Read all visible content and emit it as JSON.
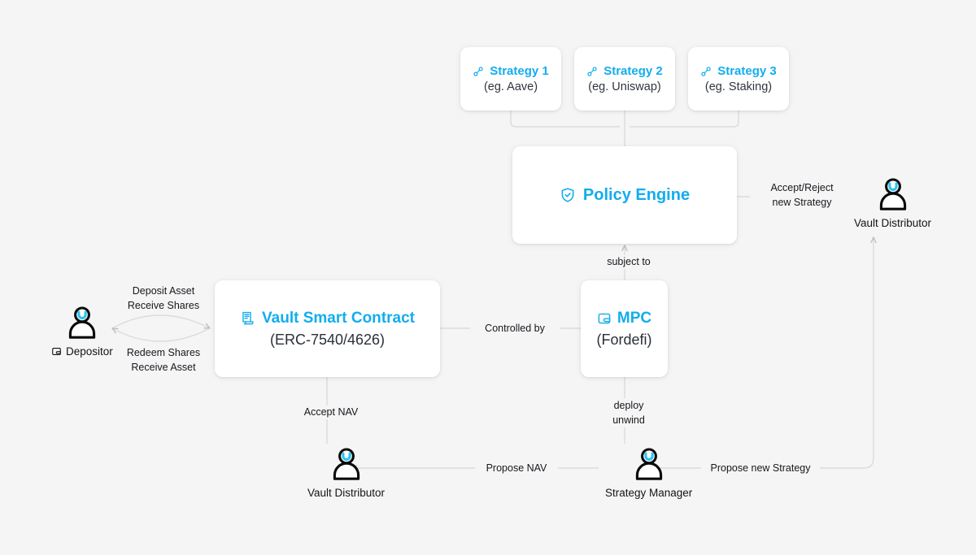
{
  "diagram": {
    "title": "Vault architecture diagram",
    "background_color": "#f5f5f5",
    "accent_color": "#12ADEE",
    "text_color": "#141414",
    "line_color": "#d2d4d7"
  },
  "strategies": [
    {
      "icon": "plug-connector-icon",
      "title": "Strategy 1",
      "subtitle": "(eg. Aave)"
    },
    {
      "icon": "plug-connector-icon",
      "title": "Strategy 2",
      "subtitle": "(eg. Uniswap)"
    },
    {
      "icon": "plug-connector-icon",
      "title": "Strategy 3",
      "subtitle": "(eg. Staking)"
    }
  ],
  "nodes": {
    "policy_engine": {
      "icon": "shield-check-icon",
      "title": "Policy Engine",
      "subtitle": ""
    },
    "vault_contract": {
      "icon": "contract-document-icon",
      "title": "Vault Smart Contract",
      "subtitle": "(ERC-7540/4626)"
    },
    "mpc": {
      "icon": "wallet-icon",
      "title": "MPC",
      "subtitle": "(Fordefi)"
    }
  },
  "actors": {
    "depositor": {
      "name": "Depositor",
      "icon": "wallet-icon"
    },
    "vault_distributor_top": {
      "name": "Vault Distributor",
      "icon": ""
    },
    "vault_distributor_bottom": {
      "name": "Vault Distributor",
      "icon": ""
    },
    "strategy_manager": {
      "name": "Strategy Manager",
      "icon": ""
    }
  },
  "edges": {
    "deposit": {
      "line1": "Deposit Asset",
      "line2": "Receive Shares"
    },
    "redeem": {
      "line1": "Redeem Shares",
      "line2": "Receive Asset"
    },
    "accept_reject": {
      "line1": "Accept/Reject",
      "line2": "new Strategy"
    },
    "subject_to": {
      "label": "subject to"
    },
    "controlled_by": {
      "label": "Controlled by"
    },
    "accept_nav": {
      "label": "Accept NAV"
    },
    "deploy_unwind": {
      "line1": "deploy",
      "line2": "unwind"
    },
    "propose_nav": {
      "label": "Propose NAV"
    },
    "propose_new_strategy": {
      "label": "Propose new Strategy"
    }
  }
}
